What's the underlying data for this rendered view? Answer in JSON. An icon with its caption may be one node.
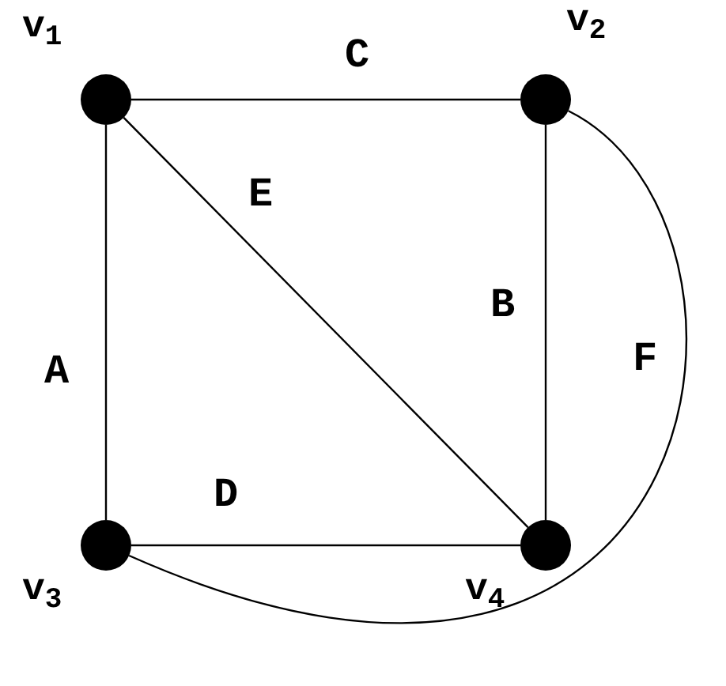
{
  "diagram": {
    "nodes": [
      {
        "text": [],
        "shape": "circle",
        "beside": [
          "v$_{1}$"
        ]
      },
      {
        "text": [],
        "shape": "circle",
        "beside": [
          "v$_{2}$"
        ]
      },
      {
        "text": [],
        "shape": "circle",
        "beside": [
          "v$_{3}$"
        ]
      },
      {
        "text": [],
        "shape": "circle",
        "beside": [
          "v$_{4}$"
        ]
      }
    ],
    "edges": [
      {
        "from": 0,
        "to": 1,
        "arrow": "none",
        "label": "C"
      },
      {
        "from": 0,
        "to": 3,
        "arrow": "none",
        "label": "E"
      },
      {
        "from": 0,
        "to": 2,
        "arrow": "none",
        "label": "A"
      },
      {
        "from": 1,
        "to": 3,
        "arrow": "none",
        "label": "B"
      },
      {
        "from": 2,
        "to": 3,
        "arrow": "none",
        "label": "D"
      },
      {
        "from": 1,
        "to": 2,
        "arrow": "none",
        "label": "F"
      }
    ]
  }
}
